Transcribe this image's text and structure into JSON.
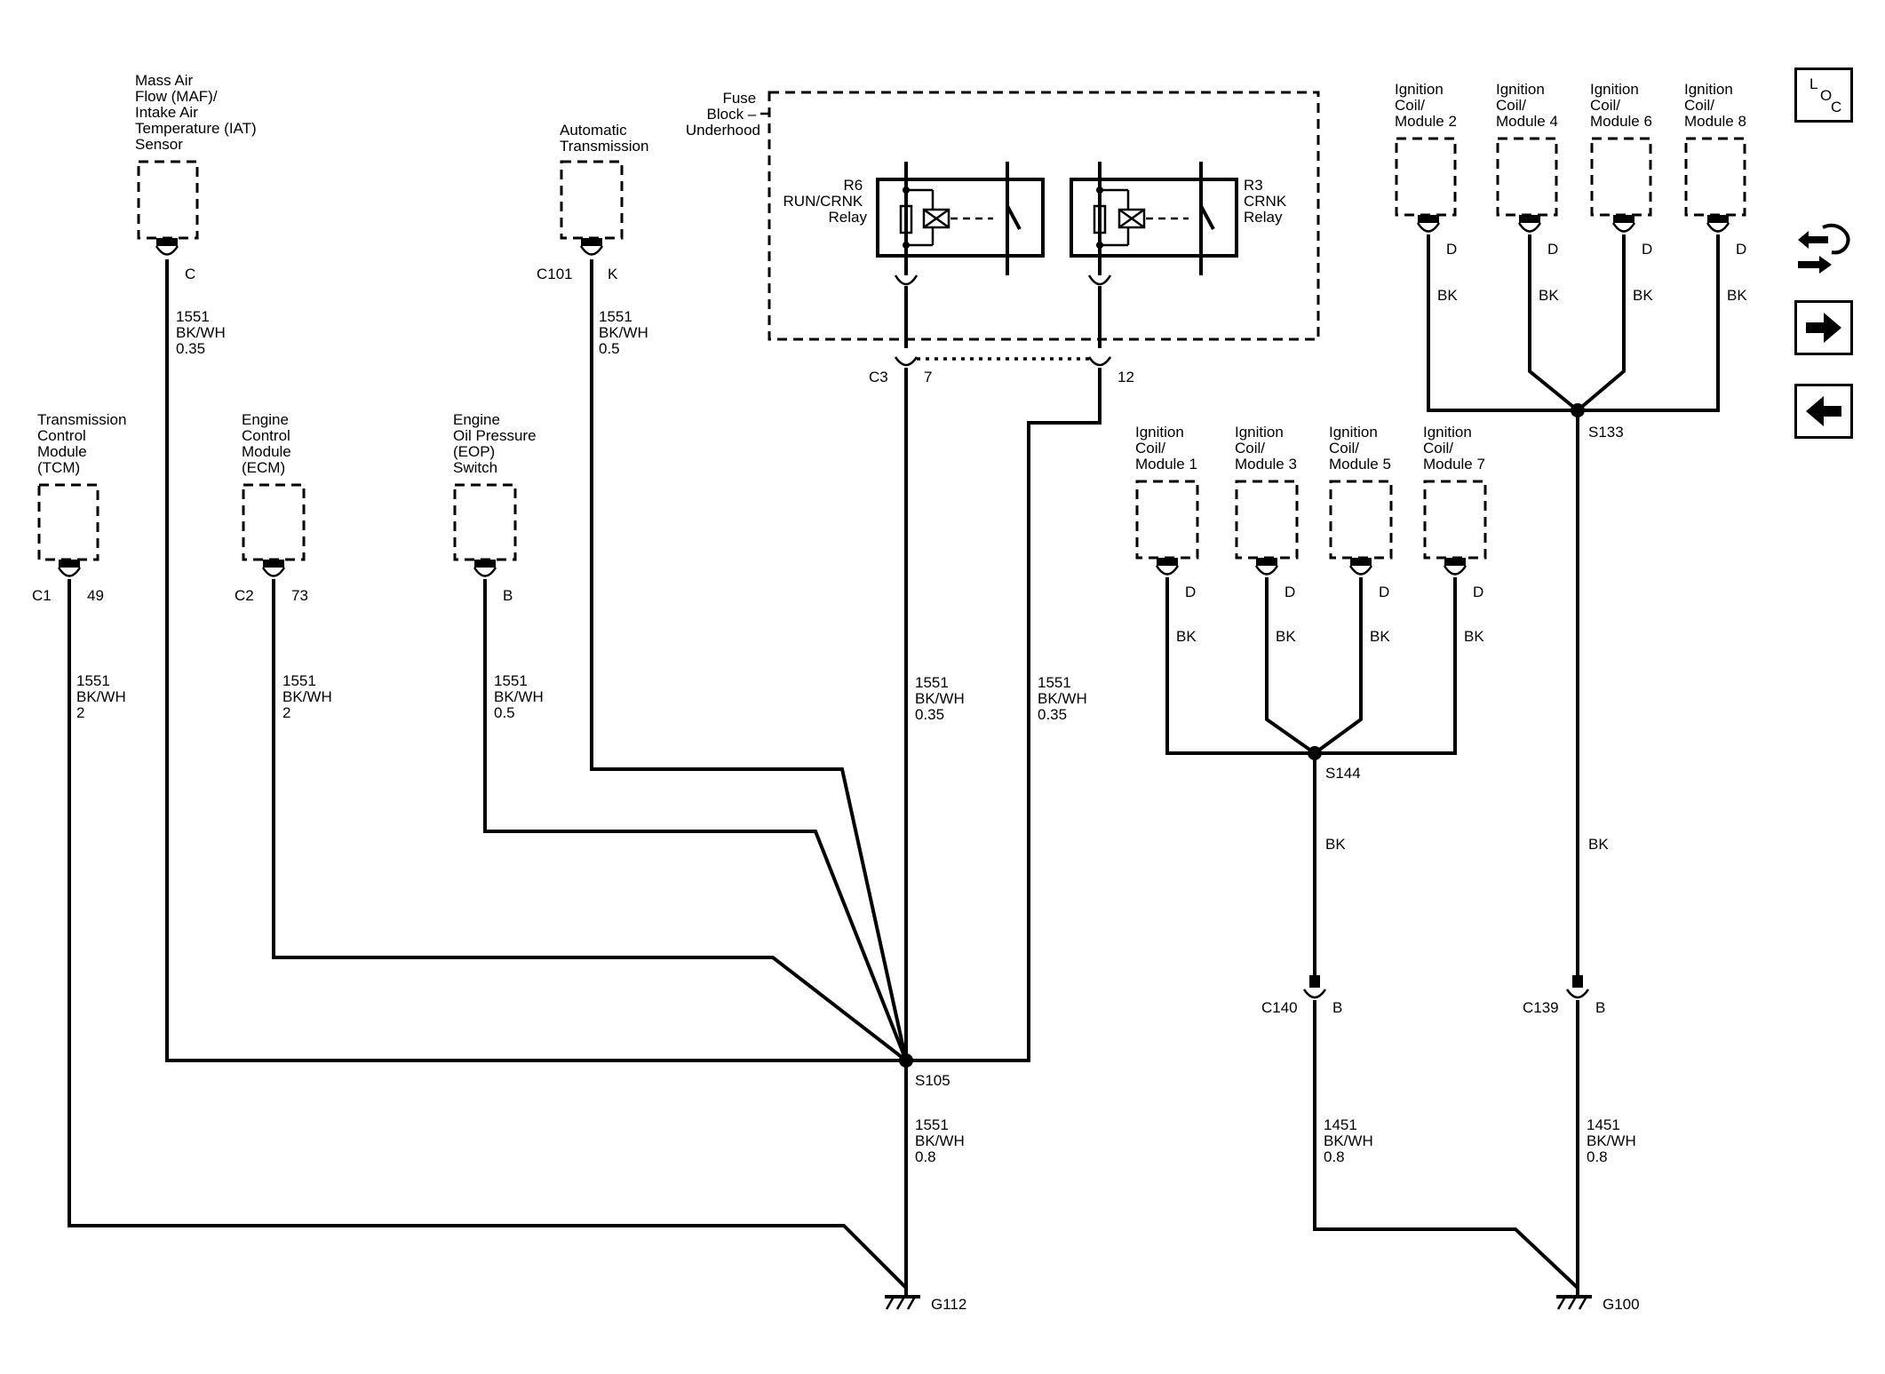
{
  "components": {
    "maf": [
      "Mass Air",
      "Flow (MAF)/",
      "Intake Air",
      "Temperature (IAT)",
      "Sensor"
    ],
    "auto_trans": [
      "Automatic",
      "Transmission"
    ],
    "fuse_block": [
      "Fuse",
      "Block –",
      "Underhood"
    ],
    "relay_r6": [
      "R6",
      "RUN/CRNK",
      "Relay"
    ],
    "relay_r3": [
      "R3",
      "CRNK",
      "Relay"
    ],
    "tcm": [
      "Transmission",
      "Control",
      "Module",
      "(TCM)"
    ],
    "ecm": [
      "Engine",
      "Control",
      "Module",
      "(ECM)"
    ],
    "eop": [
      "Engine",
      "Oil Pressure",
      "(EOP)",
      "Switch"
    ],
    "coil_2": [
      "Ignition",
      "Coil/",
      "Module 2"
    ],
    "coil_4": [
      "Ignition",
      "Coil/",
      "Module 4"
    ],
    "coil_6": [
      "Ignition",
      "Coil/",
      "Module 6"
    ],
    "coil_8": [
      "Ignition",
      "Coil/",
      "Module 8"
    ],
    "coil_1": [
      "Ignition",
      "Coil/",
      "Module 1"
    ],
    "coil_3": [
      "Ignition",
      "Coil/",
      "Module 3"
    ],
    "coil_5": [
      "Ignition",
      "Coil/",
      "Module 5"
    ],
    "coil_7": [
      "Ignition",
      "Coil/",
      "Module 7"
    ]
  },
  "pins": {
    "maf": "C",
    "auto_trans_conn": "C101",
    "auto_trans_pin": "K",
    "tcm_conn": "C1",
    "tcm_pin": "49",
    "ecm_conn": "C2",
    "ecm_pin": "73",
    "eop_pin": "B",
    "c3_conn": "C3",
    "c3_pin7": "7",
    "c3_pin12": "12",
    "coil_pin": "D",
    "c140_conn": "C140",
    "c140_pin": "B",
    "c139_conn": "C139",
    "c139_pin": "B"
  },
  "wire_labels": {
    "maf": [
      "1551",
      "BK/WH",
      "0.35"
    ],
    "auto_trans": [
      "1551",
      "BK/WH",
      "0.5"
    ],
    "tcm": [
      "1551",
      "BK/WH",
      "2"
    ],
    "ecm": [
      "1551",
      "BK/WH",
      "2"
    ],
    "eop": [
      "1551",
      "BK/WH",
      "0.5"
    ],
    "r6": [
      "1551",
      "BK/WH",
      "0.35"
    ],
    "r3": [
      "1551",
      "BK/WH",
      "0.35"
    ],
    "s105_out": [
      "1551",
      "BK/WH",
      "0.8"
    ],
    "c140_out": [
      "1451",
      "BK/WH",
      "0.8"
    ],
    "c139_out": [
      "1451",
      "BK/WH",
      "0.8"
    ],
    "coil": "BK",
    "s144_out": "BK",
    "s133_out": "BK"
  },
  "splices": {
    "s105": "S105",
    "s144": "S144",
    "s133": "S133"
  },
  "grounds": {
    "g112": "G112",
    "g100": "G100"
  },
  "nav": {
    "loc_letters": [
      "L",
      "O",
      "C"
    ],
    "loc_icon": "location-icon",
    "connector_icon": "connector-navigation-icon",
    "forward_icon": "arrow-right-icon",
    "back_icon": "arrow-left-icon"
  }
}
